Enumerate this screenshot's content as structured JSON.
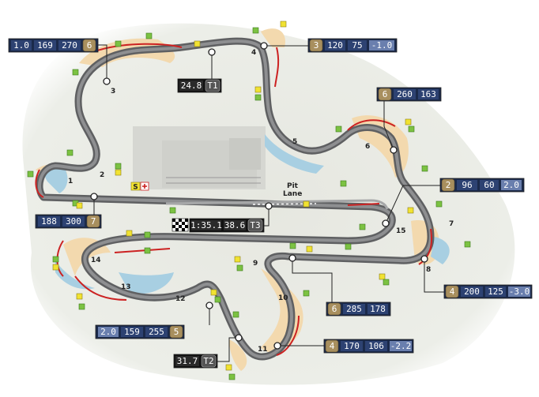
{
  "turns": [
    "1",
    "2",
    "3",
    "4",
    "5",
    "6",
    "7",
    "8",
    "9",
    "10",
    "11",
    "12",
    "13",
    "14",
    "15"
  ],
  "pit_lane": [
    "Pit",
    "Lane"
  ],
  "flags": {
    "s": "S"
  },
  "callouts": {
    "t3_left": {
      "gear": "6",
      "values": [
        "1.0",
        "169",
        "270"
      ]
    },
    "t4": {
      "gear": "3",
      "values": [
        "120",
        "75",
        "-1.0"
      ]
    },
    "t1_speed": {
      "gear": "T1",
      "values": [
        "24.8"
      ]
    },
    "t6": {
      "gear": "6",
      "values": [
        "260",
        "163"
      ]
    },
    "pit": {
      "gear": "2",
      "values": [
        "96",
        "60",
        "2.0"
      ]
    },
    "t1_gear": {
      "gear": "7",
      "values": [
        "188",
        "300"
      ]
    },
    "finish": {
      "gear": "T3",
      "values": [
        "1:35.1",
        "38.6"
      ]
    },
    "t8": {
      "gear": "4",
      "values": [
        "200",
        "125",
        "-3.0"
      ]
    },
    "t9": {
      "gear": "6",
      "values": [
        "285",
        "178"
      ]
    },
    "t12": {
      "gear": "5",
      "values": [
        "2.0",
        "159",
        "255"
      ]
    },
    "t11": {
      "gear": "4",
      "values": [
        "170",
        "106",
        "-2.2"
      ]
    },
    "t2": {
      "gear": "T2",
      "values": [
        "31.7"
      ]
    }
  }
}
